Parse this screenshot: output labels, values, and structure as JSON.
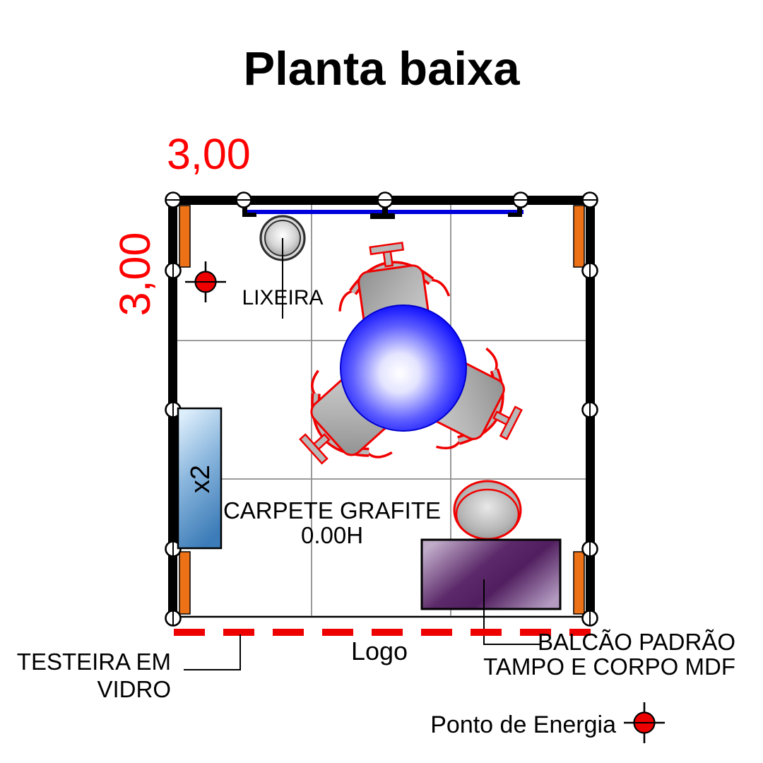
{
  "title": "Planta baixa",
  "dimensions": {
    "width_label": "3,00",
    "height_label": "3,00"
  },
  "plan": {
    "lixeira_label": "LIXEIRA",
    "carpet_line1": "CARPETE GRAFITE",
    "carpet_line2": "0.00H",
    "cabinet_qty": "x2"
  },
  "annotations": {
    "logo": "Logo",
    "testeira_line1": "TESTEIRA EM",
    "testeira_line2": "VIDRO",
    "balcao_line1": "BALCÃO PADRÃO",
    "balcao_line2": "TAMPO E CORPO MDF"
  },
  "legend": {
    "energy_label": "Ponto de Energia"
  },
  "colors": {
    "dimension_red": "#ff0000",
    "wall_black": "#000000",
    "panel_orange": "#ed7117",
    "header_blue": "#0000dd",
    "table_blue": "#0000ff",
    "cabinet_blue": "#4a89c7",
    "counter_purple": "#5a2566",
    "chair_gray": "#b5b5b5",
    "chair_outline_red": "#f00000",
    "grid_gray": "#8f8f8f",
    "dashed_red": "#ee0000"
  }
}
